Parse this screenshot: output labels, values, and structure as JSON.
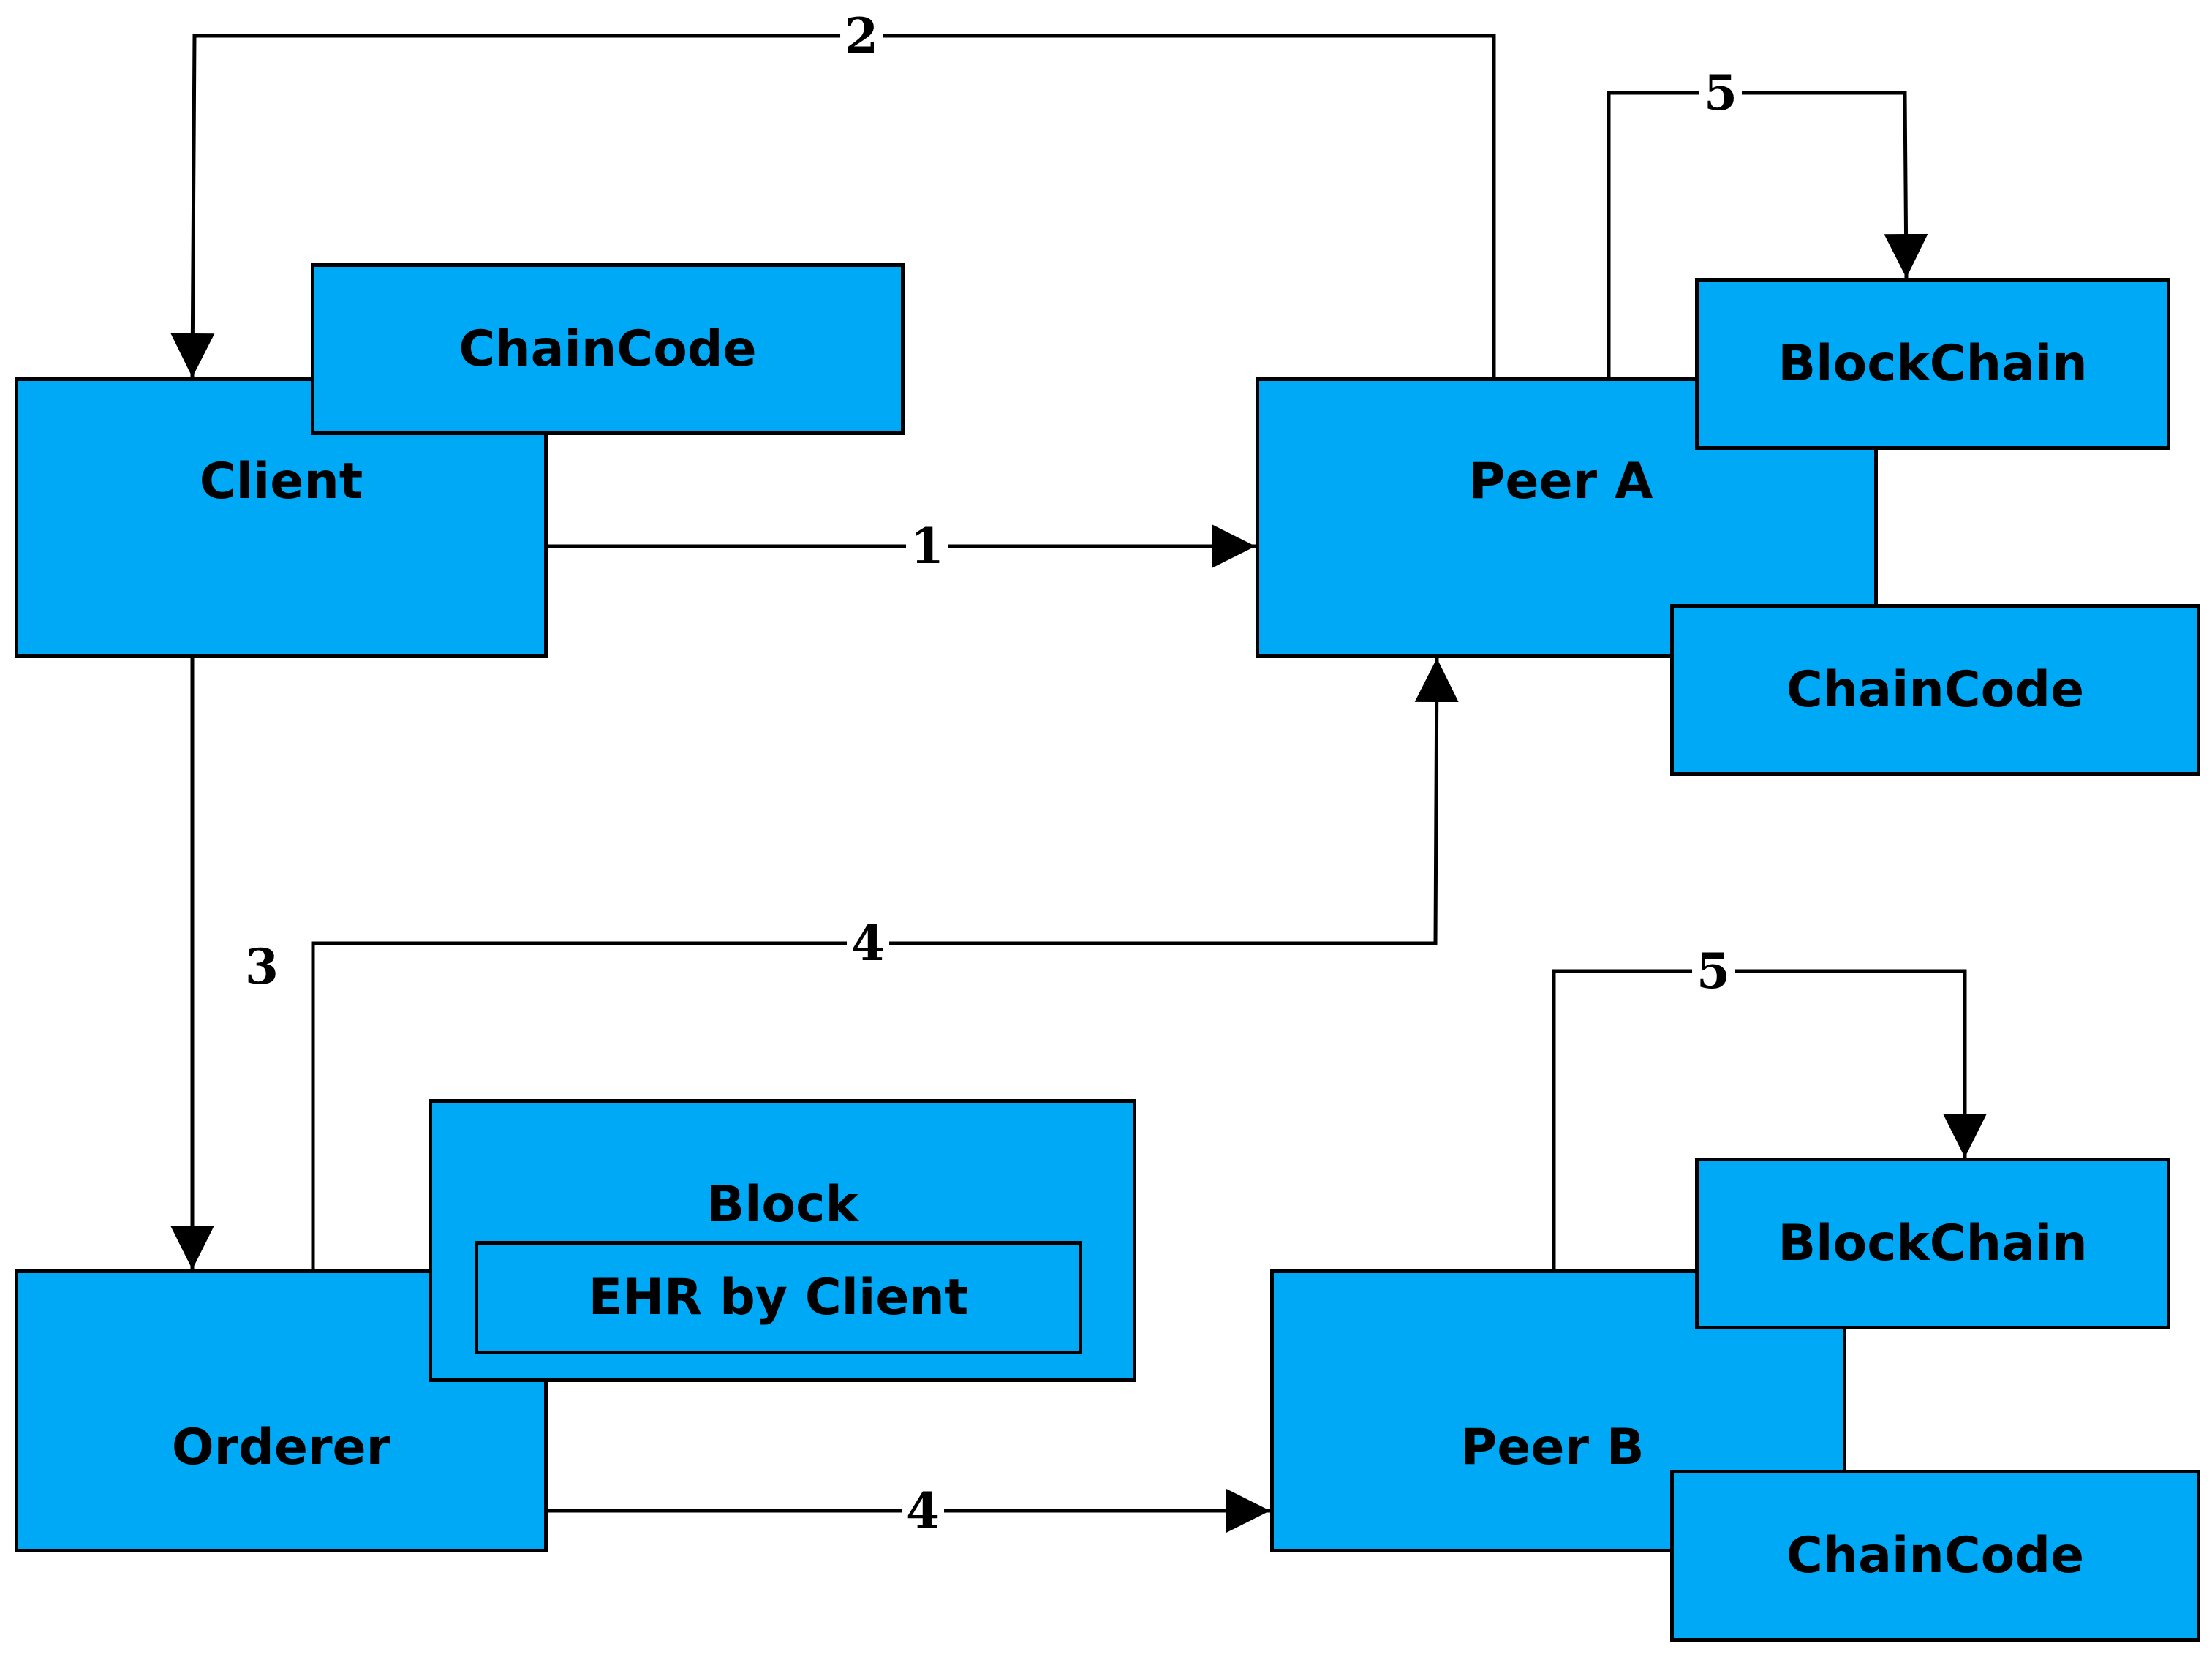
{
  "colors": {
    "box_fill": "#00a9f6",
    "stroke": "#000000",
    "background": "#ffffff"
  },
  "nodes": {
    "client": {
      "label": "Client"
    },
    "client_chaincode": {
      "label": "ChainCode"
    },
    "peer_a": {
      "label": "Peer A"
    },
    "peer_a_blockchain": {
      "label": "BlockChain"
    },
    "peer_a_chaincode": {
      "label": "ChainCode"
    },
    "orderer": {
      "label": "Orderer"
    },
    "block": {
      "label": "Block"
    },
    "block_ehr": {
      "label": "EHR by Client"
    },
    "peer_b": {
      "label": "Peer B"
    },
    "peer_b_blockchain": {
      "label": "BlockChain"
    },
    "peer_b_chaincode": {
      "label": "ChainCode"
    }
  },
  "edges": [
    {
      "from": "client",
      "to": "peer_a",
      "label": "1"
    },
    {
      "from": "peer_a",
      "to": "client",
      "label": "2"
    },
    {
      "from": "client",
      "to": "orderer",
      "label": "3"
    },
    {
      "from": "orderer",
      "to": "peer_a",
      "label": "4"
    },
    {
      "from": "orderer",
      "to": "peer_b",
      "label": "4"
    },
    {
      "from": "peer_a",
      "to": "peer_a_blockchain",
      "label": "5"
    },
    {
      "from": "peer_b",
      "to": "peer_b_blockchain",
      "label": "5"
    }
  ]
}
